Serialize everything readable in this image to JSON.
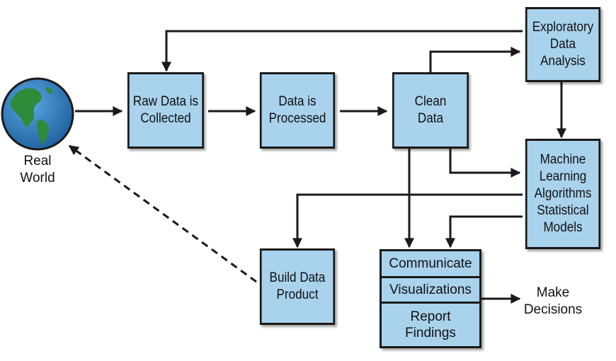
{
  "diagram": {
    "nodes": {
      "raw_data": "Raw Data is\nCollected",
      "processed": "Data is\nProcessed",
      "clean": "Clean\nData",
      "eda": "Exploratory\nData\nAnalysis",
      "ml": "Machine\nLearning\nAlgorithms\nStatistical\nModels",
      "build": "Build Data\nProduct",
      "communicate": "Communicate",
      "visualizations": "Visualizations",
      "report": "Report\nFindings"
    },
    "labels": {
      "real_world": "Real\nWorld",
      "make_decisions": "Make\nDecisions"
    },
    "colors": {
      "box_fill": "#a9d2ec",
      "stroke": "#1a1a1a",
      "ocean": "#2f7fc0",
      "land": "#2f8a3a"
    },
    "icons": {
      "globe": "earth-globe-icon"
    }
  }
}
